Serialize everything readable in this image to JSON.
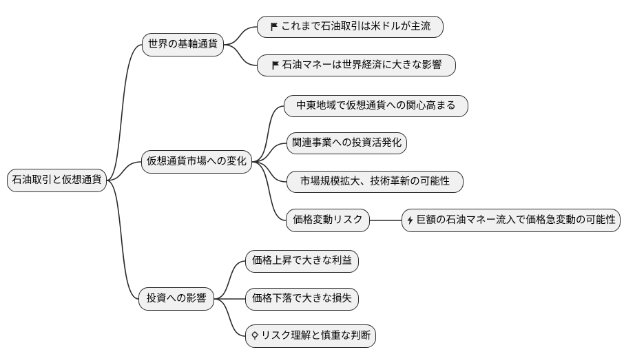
{
  "diagram": {
    "type": "mindmap",
    "background": "#ffffff",
    "node_fill": "#f1f1f1",
    "node_border": "#2b2b2b",
    "edge_color": "#2b2b2b",
    "root": {
      "label": "石油取引と仮想通貨"
    },
    "branches": [
      {
        "label": "世界の基軸通貨",
        "children": [
          {
            "icon": "flag-icon",
            "label": "これまで石油取引は米ドルが主流"
          },
          {
            "icon": "flag-icon",
            "label": "石油マネーは世界経済に大きな影響"
          }
        ]
      },
      {
        "label": "仮想通貨市場への変化",
        "children": [
          {
            "label": "中東地域で仮想通貨への関心高まる"
          },
          {
            "label": "関連事業への投資活発化"
          },
          {
            "label": "市場規模拡大、技術革新の可能性"
          },
          {
            "label": "価格変動リスク",
            "children": [
              {
                "icon": "lightning-icon",
                "label": "巨額の石油マネー流入で価格急変動の可能性"
              }
            ]
          }
        ]
      },
      {
        "label": "投資への影響",
        "children": [
          {
            "label": "価格上昇で大きな利益"
          },
          {
            "label": "価格下落で大きな損失"
          },
          {
            "icon": "lightbulb-icon",
            "label": "リスク理解と慎重な判断"
          }
        ]
      }
    ],
    "icons": {
      "flag": "⚑",
      "lightning": "⚡",
      "lightbulb": "💡"
    }
  }
}
